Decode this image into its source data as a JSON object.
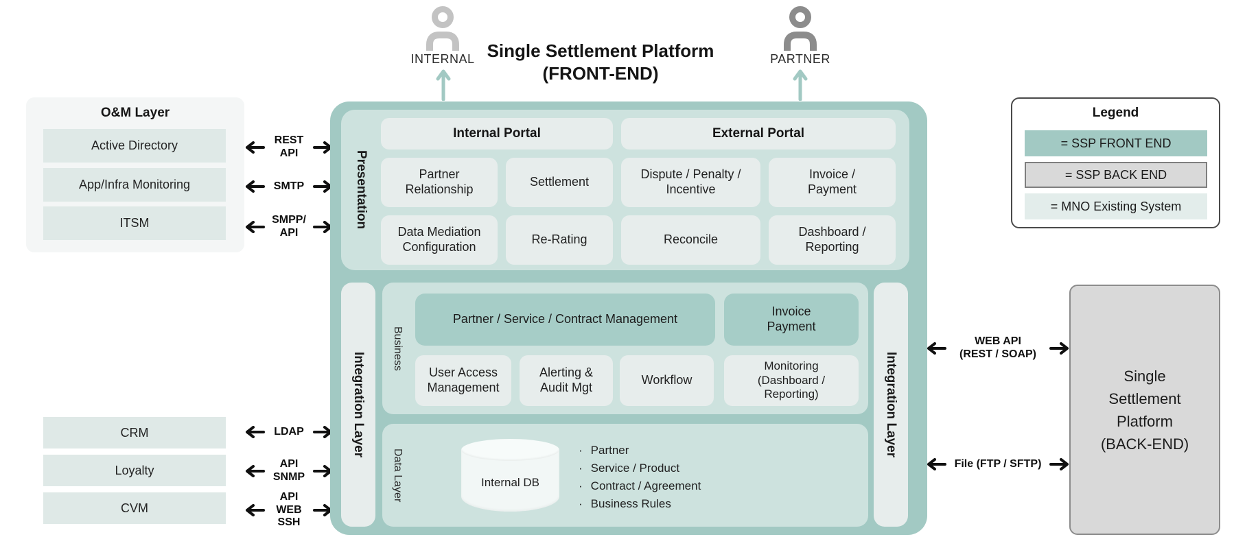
{
  "palette": {
    "frontend_teal": "#a2c9c3",
    "panel_teal": "#cde2de",
    "light_cell": "#e7edec",
    "om_background": "#f4f6f6",
    "mno_cell": "#dfe9e7",
    "backend_gray": "#d9d9d9",
    "backend_border": "#8c8c8c",
    "legend_mno": "#e3edeb",
    "arrow_black": "#101010",
    "arrow_teal": "#a2c9c3",
    "internal_icon_gray": "#c3c3c3",
    "partner_icon_gray": "#8c8c8c"
  },
  "header": {
    "internal_label": "INTERNAL",
    "partner_label": "PARTNER",
    "title_line1": "Single Settlement Platform",
    "title_line2": "(FRONT-END)"
  },
  "om_layer": {
    "title": "O&M Layer",
    "items": [
      "Active Directory",
      "App/Infra Monitoring",
      "ITSM"
    ]
  },
  "mno_systems": {
    "items": [
      "CRM",
      "Loyalty",
      "CVM"
    ]
  },
  "left_connectors": {
    "rest_api": [
      "REST",
      "API"
    ],
    "smtp": [
      "SMTP"
    ],
    "smpp_api": [
      "SMPP/",
      "API"
    ],
    "ldap": [
      "LDAP"
    ],
    "api_snmp": [
      "API",
      "SNMP"
    ],
    "api_web_ssh": [
      "API",
      "WEB",
      "SSH"
    ]
  },
  "right_connectors": {
    "web_api": [
      "WEB API",
      "(REST / SOAP)"
    ],
    "file": [
      "File (FTP / SFTP)"
    ]
  },
  "frontend": {
    "presentation": {
      "label": "Presentation",
      "internal_portal_header": "Internal Portal",
      "external_portal_header": "External Portal",
      "row1": [
        "Partner Relationship",
        "Settlement",
        "Dispute / Penalty / Incentive",
        "Invoice / Payment"
      ],
      "row2": [
        "Data Mediation Configuration",
        "Re-Rating",
        "Reconcile",
        "Dashboard / Reporting"
      ]
    },
    "integration_left_label": "Integration Layer",
    "integration_right_label": "Integration Layer",
    "business": {
      "label": "Business",
      "highlighted": [
        "Partner / Service / Contract Management",
        "Invoice Payment"
      ],
      "cells": [
        "User Access Management",
        "Alerting & Audit Mgt",
        "Workflow",
        "Monitoring (Dashboard / Reporting)"
      ]
    },
    "data": {
      "label": "Data Layer",
      "db_label": "Internal DB",
      "entities": [
        "Partner",
        "Service / Product",
        "Contract / Agreement",
        "Business Rules"
      ]
    }
  },
  "backend": {
    "title": "Single Settlement Platform (BACK-END)"
  },
  "legend": {
    "title": "Legend",
    "items": [
      {
        "label": "= SSP FRONT END"
      },
      {
        "label": "= SSP BACK END"
      },
      {
        "label": "= MNO Existing System"
      }
    ]
  }
}
